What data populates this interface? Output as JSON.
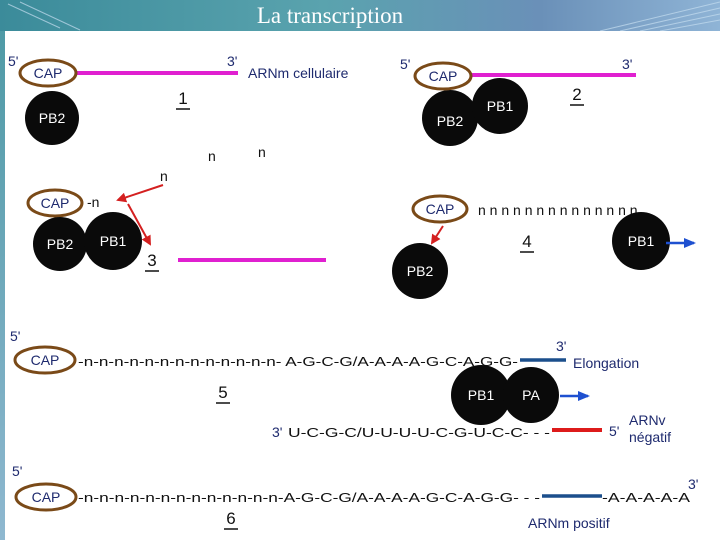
{
  "slide": {
    "title": "La transcription"
  },
  "labels": {
    "five_prime": "5'",
    "three_prime": "3'",
    "cap": "CAP",
    "pb2": "PB2",
    "pb1": "PB1",
    "pa": "PA",
    "n": "n",
    "n_attached": "-n",
    "mrna_cellular": "ARNm cellulaire",
    "elongation": "Elongation",
    "arnv": "ARNv",
    "negatif": "négatif",
    "mrna_positive": "ARNm positif"
  },
  "steps": [
    "1",
    "2",
    "3",
    "4",
    "5",
    "6"
  ],
  "sequences": {
    "step4_chain": "n n n n n n n n n n n n n n",
    "step5_strand": "-n-n-n-n-n-n-n-n-n-n-n-n-n- A-G-C-G/A-A-A-A-G-C-A-G-G-",
    "vrna_strand": "U-C-G-C/U-U-U-U-C-G-U-C-C- - -",
    "step6_strand": "-n-n-n-n-n-n-n-n-n-n-n-n-n-A-G-C-G/A-A-A-A-G-C-A-G-G- - -",
    "polya_tail": "-A-A-A-A-A"
  },
  "colors": {
    "mrna_line": "#e020d0",
    "cap_ring": "#7a4a18",
    "arrow_red": "#d42020",
    "arrow_blue": "#1e50d0",
    "vrna_red": "#dd1b1b",
    "strand_blue": "#1b4f8c"
  }
}
